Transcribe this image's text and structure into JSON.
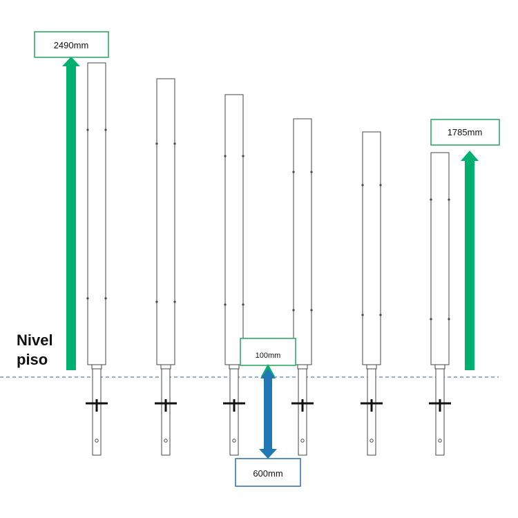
{
  "labels": {
    "height_tallest": "2490mm",
    "height_shortest": "1785mm",
    "above_floor_gap": "100mm",
    "depth_below_floor": "600mm",
    "floor_level_line1": "Nivel",
    "floor_level_line2": "piso"
  },
  "colors": {
    "green_arrow": "#00b070",
    "blue_arrow": "#1f78b4",
    "floor_line": "#5b7fa8",
    "outline": "#444444",
    "label_border_green": "#22a45a",
    "label_border_blue": "#2a6db0"
  },
  "post_count": 6
}
